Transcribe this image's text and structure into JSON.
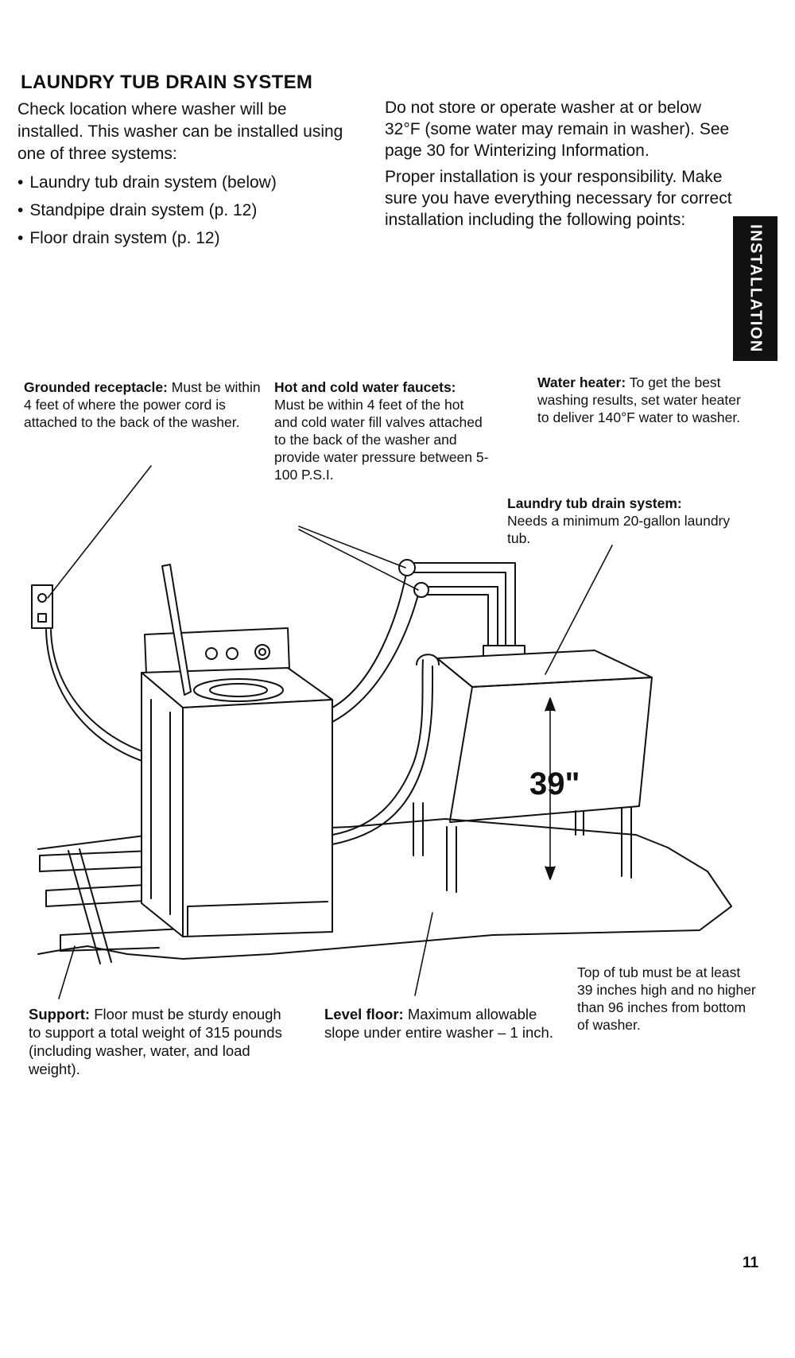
{
  "section": {
    "title": "LAUNDRY TUB DRAIN SYSTEM"
  },
  "intro": {
    "paragraph": "Check location where washer will be installed. This washer can be installed using one of three systems:",
    "bullets": [
      "Laundry tub drain system (below)",
      "Standpipe drain system (p. 12)",
      "Floor drain system (p. 12)"
    ]
  },
  "right_intro": {
    "paragraph1": "Do not store or operate washer at or below 32°F (some water may remain in washer). See page 30 for Winterizing Information.",
    "paragraph2": "Proper installation is your responsibility. Make sure you have everything necessary for correct installation including the following points:"
  },
  "side_tab": {
    "label": "INSTALLATION"
  },
  "callouts": {
    "receptacle": {
      "heading": "Grounded receptacle:",
      "text": " Must be within 4 feet of where the power cord is attached to the back of the washer."
    },
    "faucets": {
      "heading": "Hot and cold water faucets:",
      "text": "Must be within 4 feet of the hot and cold water fill valves attached to the back of the washer and provide water pressure between 5-100 P.S.I."
    },
    "heater": {
      "heading": "Water heater:",
      "text": " To get the best washing results, set water heater to deliver 140°F water to washer."
    },
    "tub": {
      "heading": "Laundry tub drain system:",
      "text": "Needs a minimum 20-gallon laundry tub."
    },
    "support": {
      "heading": "Support:",
      "text": " Floor must be sturdy enough to support a total weight of 315 pounds (including washer, water, and load weight)."
    },
    "level": {
      "heading": "Level floor:",
      "text": " Maximum allowable slope under entire washer – 1 inch."
    },
    "height": {
      "text": "Top of tub must be at least 39 inches high and no higher than 96 inches from bottom of washer."
    }
  },
  "diagram": {
    "dimension_label": "39\""
  },
  "page": {
    "number": "11"
  }
}
